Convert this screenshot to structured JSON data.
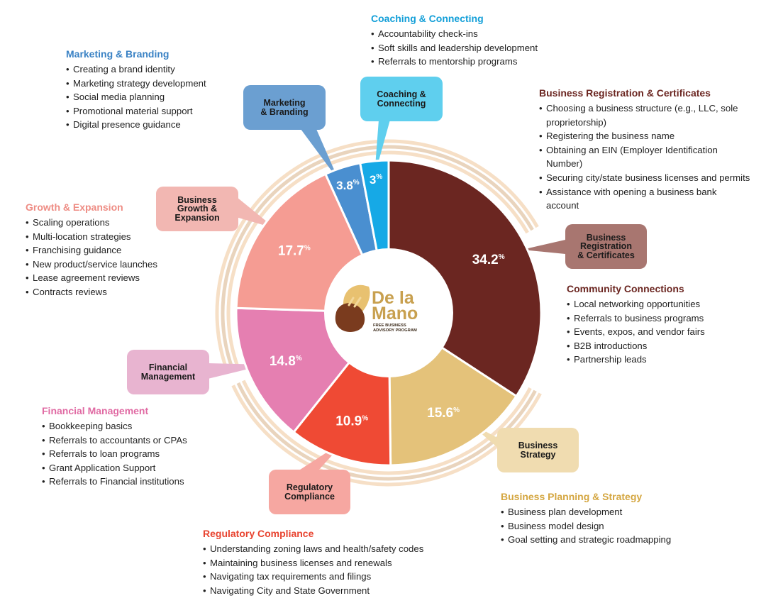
{
  "chart_data": {
    "type": "pie",
    "segments": [
      {
        "key": "registration",
        "name": "Business Registration & Certificates",
        "value": 34.2,
        "label": "34.2",
        "color": "#6b2621"
      },
      {
        "key": "strategy",
        "name": "Business Strategy",
        "value": 15.6,
        "label": "15.6",
        "color": "#e4c27a"
      },
      {
        "key": "regulatory",
        "name": "Regulatory Compliance",
        "value": 10.9,
        "label": "10.9",
        "color": "#ef4a34"
      },
      {
        "key": "financial",
        "name": "Financial Management",
        "value": 14.8,
        "label": "14.8",
        "color": "#e57fb1"
      },
      {
        "key": "growth",
        "name": "Business Growth & Expansion",
        "value": 17.7,
        "label": "17.7",
        "color": "#f59c93"
      },
      {
        "key": "marketing",
        "name": "Marketing & Branding",
        "value": 3.8,
        "label": "3.8",
        "color": "#4a8fd0"
      },
      {
        "key": "coaching",
        "name": "Coaching & Connecting",
        "value": 3.0,
        "label": "3",
        "color": "#16a9e6"
      }
    ],
    "percent_sign": "%"
  },
  "logo": {
    "title_line1": "De la",
    "title_line2": "Mano",
    "subtitle_line1": "FREE BUSINESS",
    "subtitle_line2": "ADVISORY PROGRAM"
  },
  "bubbles": {
    "registration": {
      "text": "Business\nRegistration\n& Certificates",
      "color": "#a87670"
    },
    "strategy": {
      "text": "Business\nStrategy",
      "color": "#f0dcb0"
    },
    "regulatory": {
      "text": "Regulatory\nCompliance",
      "color": "#f6a7a1"
    },
    "financial": {
      "text": "Financial\nManagement",
      "color": "#e8b4d0"
    },
    "growth": {
      "text": "Business\nGrowth &\nExpansion",
      "color": "#f2b7b2"
    },
    "marketing": {
      "text": "Marketing\n& Branding",
      "color": "#6b9fd1"
    },
    "coaching": {
      "text": "Coaching &\nConnecting",
      "color": "#5fcfee"
    }
  },
  "panels": {
    "coaching": {
      "title": "Coaching & Connecting",
      "color": "#139fd8",
      "items": [
        "Accountability check-ins",
        "Soft skills and leadership development",
        "Referrals to mentorship programs"
      ]
    },
    "marketing": {
      "title": "Marketing & Branding",
      "color": "#3a82c4",
      "items": [
        "Creating a brand identity",
        "Marketing strategy development",
        "Social media planning",
        "Promotional material support",
        "Digital presence guidance"
      ]
    },
    "registration": {
      "title": "Business Registration & Certificates",
      "color": "#6b2621",
      "items": [
        "Choosing a business structure (e.g., LLC, sole proprietorship)",
        "Registering the business name",
        "Obtaining an EIN (Employer Identification Number)",
        "Securing city/state business licenses and permits",
        "Assistance with opening a business bank account"
      ]
    },
    "growth": {
      "title": "Growth & Expansion",
      "color": "#ee8c84",
      "items": [
        "Scaling operations",
        "Multi-location strategies",
        "Franchising guidance",
        "New product/service launches",
        "Lease agreement reviews",
        "Contracts reviews"
      ]
    },
    "community": {
      "title": "Community Connections",
      "color": "#6b2621",
      "items": [
        "Local networking opportunities",
        "Referrals to business programs",
        "Events, expos, and vendor fairs",
        "B2B introductions",
        "Partnership leads"
      ]
    },
    "financial": {
      "title": "Financial Management",
      "color": "#e06aa3",
      "items": [
        "Bookkeeping basics",
        "Referrals to accountants or CPAs",
        "Referrals to loan programs",
        "Grant Application Support",
        "Referrals to Financial institutions"
      ]
    },
    "strategy": {
      "title": "Business Planning & Strategy",
      "color": "#d4a640",
      "items": [
        "Business plan development",
        "Business model design",
        "Goal setting and strategic roadmapping"
      ]
    },
    "regulatory": {
      "title": "Regulatory Compliance",
      "color": "#e8432f",
      "items": [
        "Understanding zoning laws and health/safety codes",
        "Maintaining business licenses and renewals",
        "Navigating tax requirements and filings",
        "Navigating City and State Government"
      ]
    }
  }
}
